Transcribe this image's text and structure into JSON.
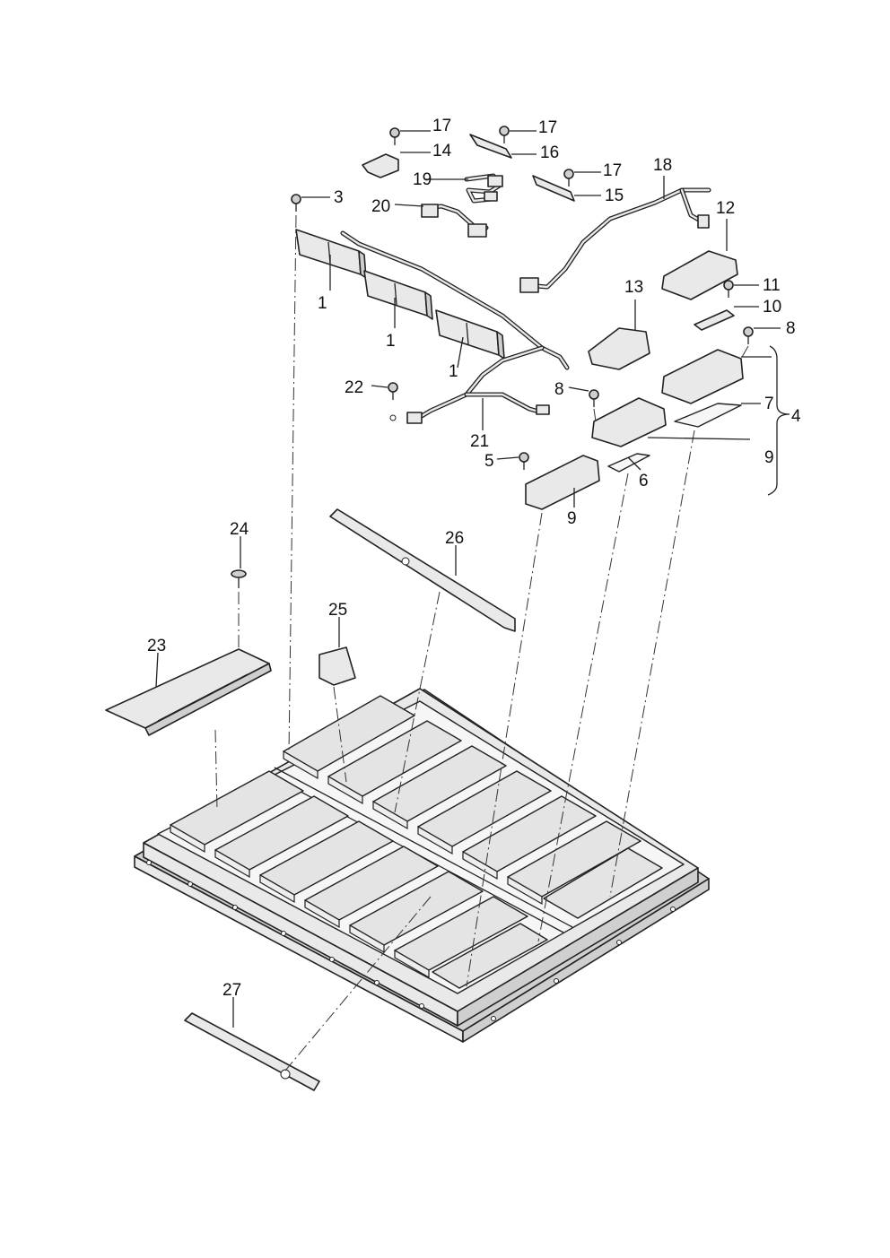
{
  "labels": {
    "l1a": "1",
    "l1b": "1",
    "l1c": "1",
    "l3": "3",
    "l4": "4",
    "l5": "5",
    "l6": "6",
    "l7": "7",
    "l8a": "8",
    "l8b": "8",
    "l9a": "9",
    "l9b": "9",
    "l10": "10",
    "l11": "11",
    "l12": "12",
    "l13": "13",
    "l14": "14",
    "l15": "15",
    "l16": "16",
    "l17a": "17",
    "l17b": "17",
    "l17c": "17",
    "l18": "18",
    "l19": "19",
    "l20": "20",
    "l21": "21",
    "l22": "22",
    "l23": "23",
    "l24": "24",
    "l25": "25",
    "l26": "26",
    "l27": "27"
  },
  "colors": {
    "line": "#222222",
    "part_fill": "#e9e9e9",
    "background": "#ffffff"
  }
}
